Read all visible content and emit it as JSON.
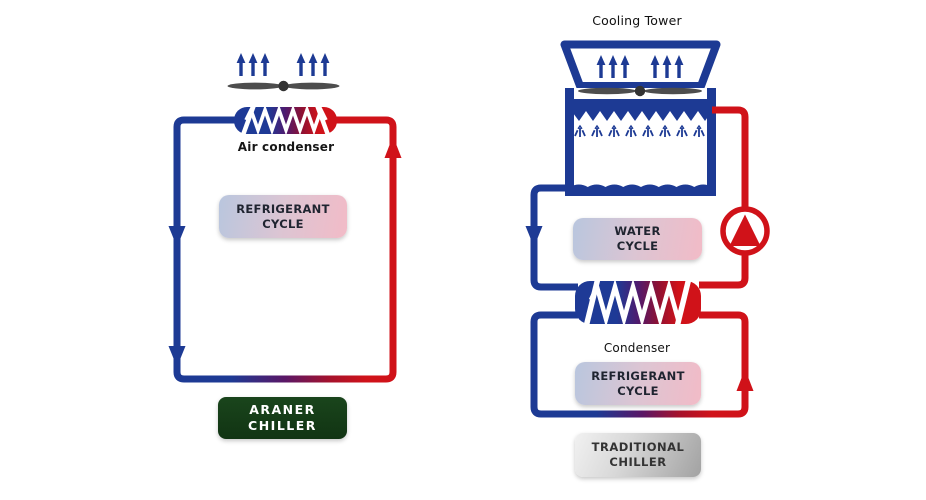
{
  "colors": {
    "pipe_blue": "#1d3a94",
    "pipe_red": "#d01219",
    "coil_purple": "#4f1a6e",
    "coil_maroon": "#8e1133",
    "chiller_green": "#143a15",
    "label_gradient_blue": "#b9c6de",
    "label_gradient_pink": "#f2bbc7",
    "propeller_gray": "#4d4d4d"
  },
  "left_diagram": {
    "condenser_caption": "Air condenser",
    "refrigerant_box": {
      "line1": "REFRIGERANT",
      "line2": "CYCLE"
    },
    "chiller_box": {
      "line1": "ARANER",
      "line2": "CHILLER"
    }
  },
  "right_diagram": {
    "tower_caption": "Cooling Tower",
    "water_box": {
      "line1": "WATER",
      "line2": "CYCLE"
    },
    "condenser_caption": "Condenser",
    "refrigerant_box": {
      "line1": "REFRIGERANT",
      "line2": "CYCLE"
    },
    "chiller_box": {
      "line1": "TRADITIONAL",
      "line2": "CHILLER"
    }
  }
}
